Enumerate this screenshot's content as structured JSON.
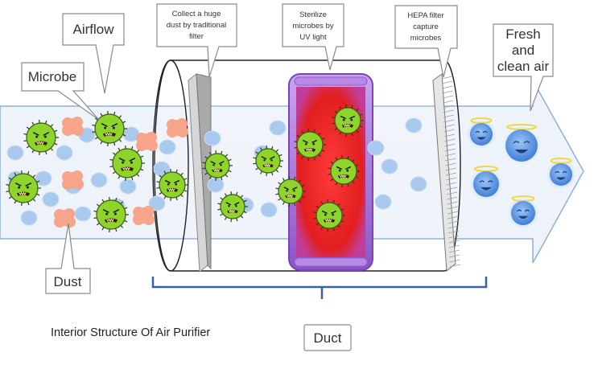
{
  "title": "Interior Structure Of Air Purifier",
  "labels": {
    "airflow": "Airflow",
    "microbe": "Microbe",
    "dust": "Dust",
    "duct": "Duct",
    "fresh_air": [
      "Fresh",
      "and",
      "clean air"
    ],
    "collect_dust": [
      "Collect a huge",
      "dust by traditional",
      "filter"
    ],
    "sterilize": [
      "Sterilize",
      "microbes by",
      "UV light"
    ],
    "hepa": [
      "HEPA filter",
      "capture",
      "microbes"
    ]
  },
  "colors": {
    "arrow_fill": "#eef3fa",
    "arrow_stroke": "#8fb0d8",
    "microbe": "#8fd42a",
    "dust": "#f7a58a",
    "particle": "#a9c9ef",
    "uv_frame": "#a877d6",
    "uv_glow": "#e52222",
    "clean_face": "#5f9ae6",
    "halo": "#f0d64a",
    "bracket": "#3b5ea8"
  },
  "icons": [
    "microbe-icon",
    "dust-icon",
    "particle-icon",
    "clean-air-face-icon",
    "filter-icon",
    "uv-lamp-icon"
  ]
}
